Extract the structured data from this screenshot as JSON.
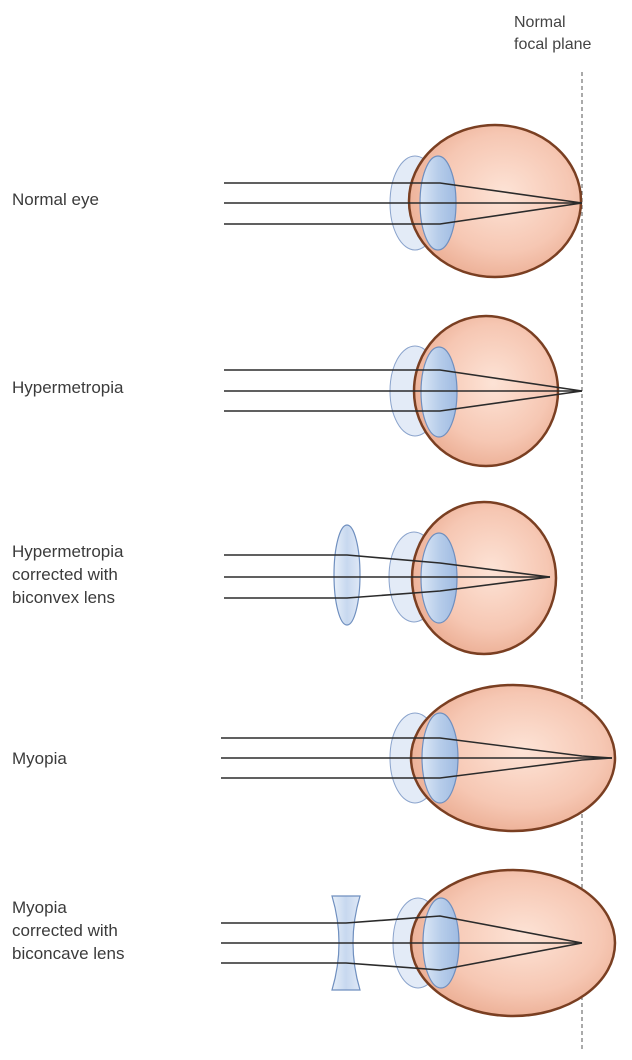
{
  "focal_plane_label": [
    "Normal",
    "focal plane"
  ],
  "panels": [
    {
      "id": "normal",
      "label_lines": [
        "Normal eye"
      ],
      "eye": "normal",
      "corrective_lens": "none"
    },
    {
      "id": "hypermetropia",
      "label_lines": [
        "Hypermetropia"
      ],
      "eye": "short",
      "corrective_lens": "none"
    },
    {
      "id": "hypermetropia-corrected",
      "label_lines": [
        "Hypermetropia",
        "corrected with",
        "biconvex lens"
      ],
      "eye": "short",
      "corrective_lens": "biconvex"
    },
    {
      "id": "myopia",
      "label_lines": [
        "Myopia"
      ],
      "eye": "long",
      "corrective_lens": "none"
    },
    {
      "id": "myopia-corrected",
      "label_lines": [
        "Myopia",
        "corrected with",
        "biconcave lens"
      ],
      "eye": "long",
      "corrective_lens": "biconcave"
    }
  ],
  "colors": {
    "eyeball_fill": "#f6c7b3",
    "eyeball_edge": "#7a3f22",
    "lens_fill": "#b9d0ec",
    "lens_edge": "#6f8fbf",
    "cornea_fill": "#e3ebf7",
    "ray": "#2b2b2b",
    "focal_line": "#555555"
  }
}
